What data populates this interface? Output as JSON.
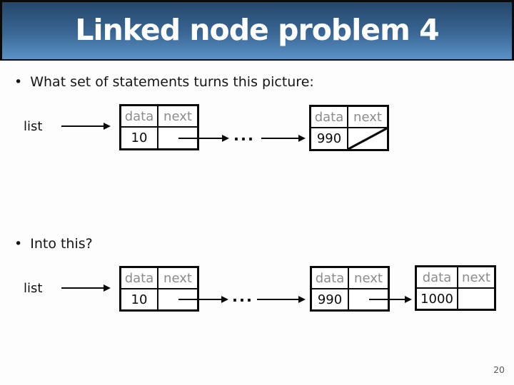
{
  "slide": {
    "title": "Linked node problem 4",
    "page_number": "20",
    "bullet_glyph": "•",
    "bullets": {
      "before": "What set of statements turns this picture:",
      "after": "Into this?"
    }
  },
  "labels": {
    "list": "list",
    "ellipsis": "...",
    "data_header": "data",
    "next_header": "next"
  },
  "colors": {
    "title_gradient_top": "#24466a",
    "title_gradient_bottom": "#5b93c7",
    "title_text": "#ffffff",
    "header_text_gray": "#8c8c8c",
    "line_black": "#0a0a0a"
  },
  "diagrams": {
    "before": {
      "nodes": [
        {
          "data": "10",
          "next": "arrow to next node"
        },
        {
          "data": "990",
          "next": "null (diagonal slash)"
        }
      ]
    },
    "after": {
      "nodes": [
        {
          "data": "10",
          "next": "arrow to next node"
        },
        {
          "data": "990",
          "next": "arrow to next node"
        },
        {
          "data": "1000",
          "next": "empty"
        }
      ]
    }
  }
}
